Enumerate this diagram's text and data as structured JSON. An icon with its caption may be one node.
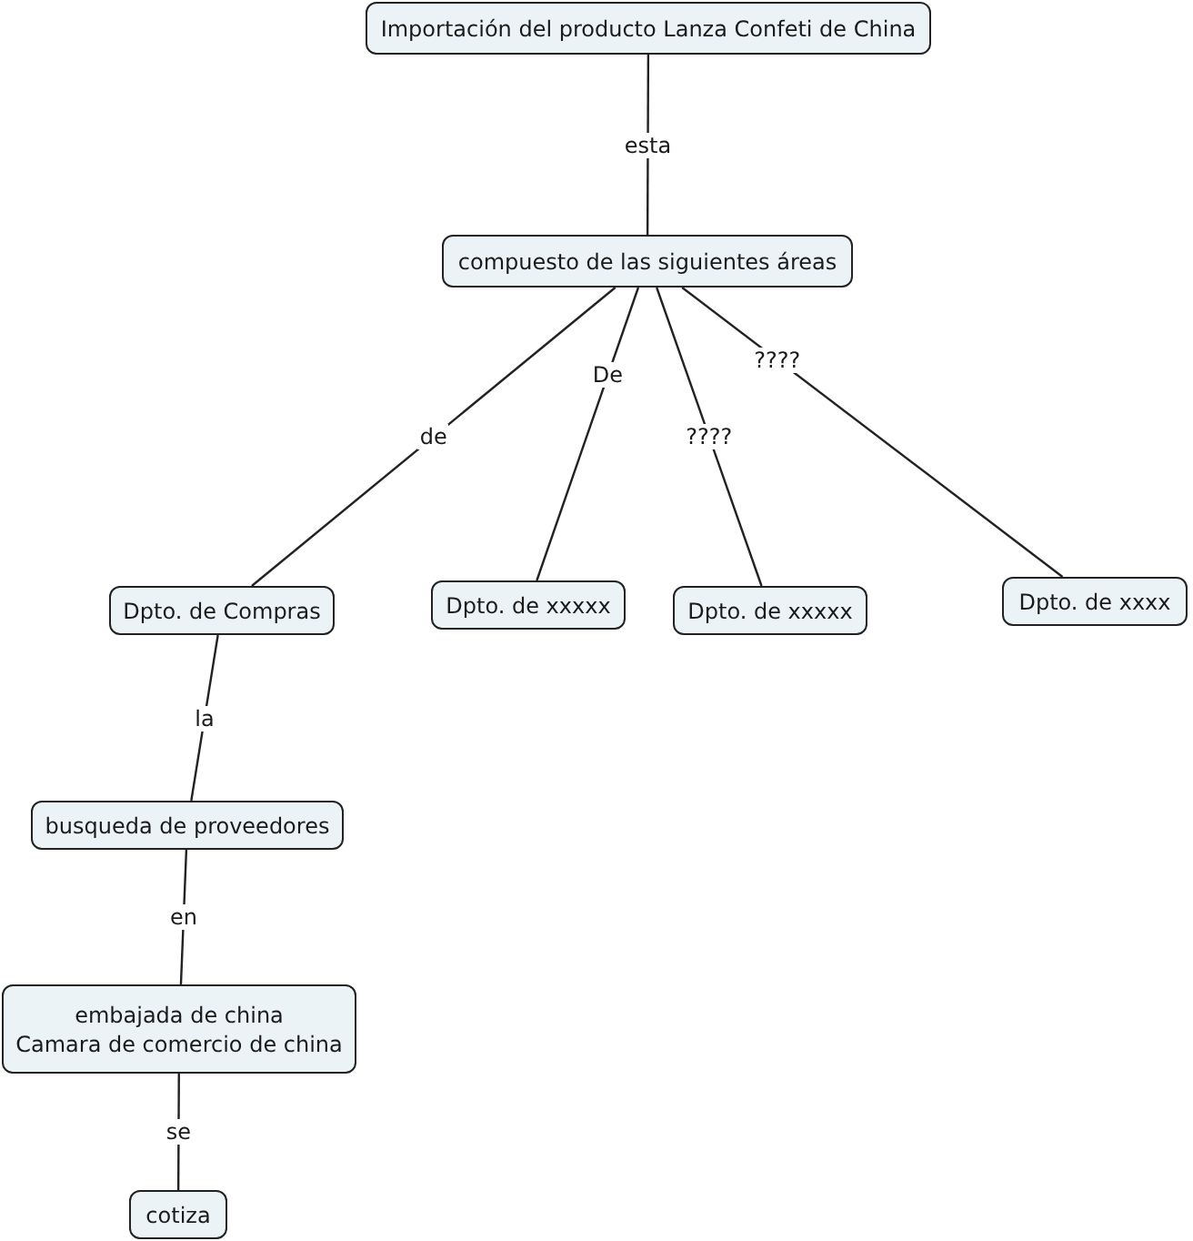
{
  "diagram": {
    "nodes": [
      {
        "text": [
          "Importación del producto Lanza Confeti de China"
        ]
      },
      {
        "text": [
          "compuesto de las siguientes áreas"
        ]
      },
      {
        "text": [
          "Dpto. de Compras"
        ]
      },
      {
        "text": [
          "Dpto. de xxxxx"
        ]
      },
      {
        "text": [
          "Dpto. de xxxxx"
        ]
      },
      {
        "text": [
          "Dpto. de xxxx"
        ]
      },
      {
        "text": [
          "busqueda de proveedores"
        ]
      },
      {
        "text": [
          "embajada de china",
          "Camara de comercio de china"
        ]
      },
      {
        "text": [
          "cotiza"
        ]
      }
    ],
    "edges": [
      {
        "from": 0,
        "to": 1,
        "arrow": "none",
        "label": "esta"
      },
      {
        "from": 1,
        "to": 2,
        "arrow": "none",
        "label": "de"
      },
      {
        "from": 1,
        "to": 3,
        "arrow": "none",
        "label": "De"
      },
      {
        "from": 1,
        "to": 4,
        "arrow": "none",
        "label": "????"
      },
      {
        "from": 1,
        "to": 5,
        "arrow": "none",
        "label": "????"
      },
      {
        "from": 2,
        "to": 6,
        "arrow": "none",
        "label": "la"
      },
      {
        "from": 6,
        "to": 7,
        "arrow": "none",
        "label": "en"
      },
      {
        "from": 7,
        "to": 8,
        "arrow": "none",
        "label": "se"
      }
    ]
  }
}
